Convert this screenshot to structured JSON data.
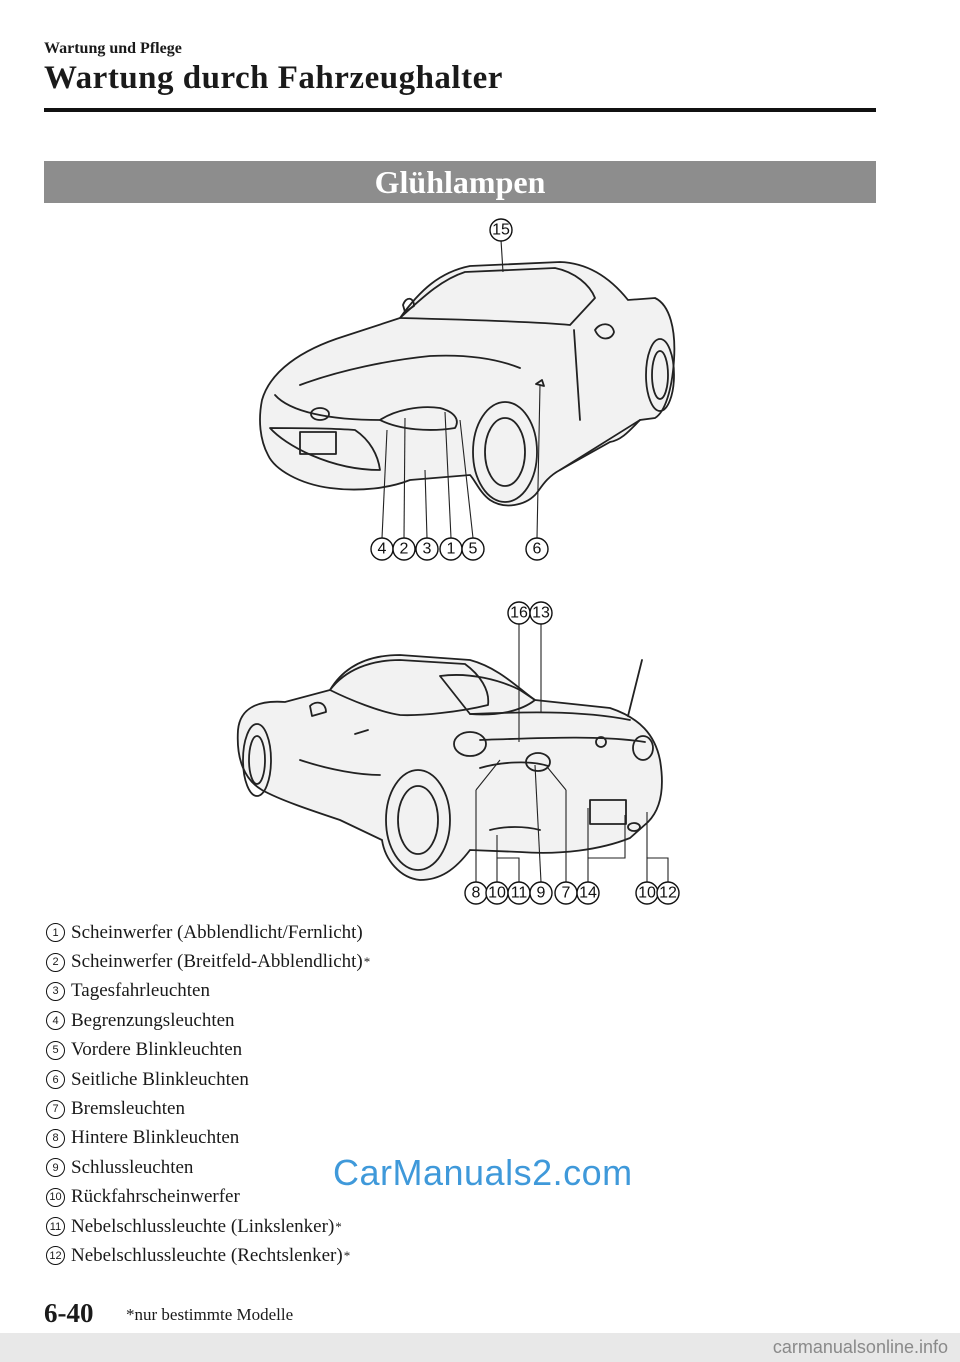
{
  "header": {
    "section": "Wartung und Pflege",
    "title": "Wartung durch Fahrzeughalter"
  },
  "banner": {
    "title": "Glühlampen"
  },
  "front_view": {
    "callouts": [
      "15",
      "4",
      "2",
      "3",
      "1",
      "5",
      "6"
    ]
  },
  "rear_view": {
    "callouts": [
      "16",
      "13",
      "8",
      "10",
      "11",
      "9",
      "7",
      "14",
      "10",
      "12"
    ]
  },
  "legend": [
    {
      "num": "1",
      "text": "Scheinwerfer (Abblendlicht/Fernlicht)",
      "star": ""
    },
    {
      "num": "2",
      "text": "Scheinwerfer (Breitfeld-Abblendlicht)",
      "star": "*"
    },
    {
      "num": "3",
      "text": "Tagesfahrleuchten",
      "star": ""
    },
    {
      "num": "4",
      "text": "Begrenzungsleuchten",
      "star": ""
    },
    {
      "num": "5",
      "text": "Vordere Blinkleuchten",
      "star": ""
    },
    {
      "num": "6",
      "text": "Seitliche Blinkleuchten",
      "star": ""
    },
    {
      "num": "7",
      "text": "Bremsleuchten",
      "star": ""
    },
    {
      "num": "8",
      "text": "Hintere Blinkleuchten",
      "star": ""
    },
    {
      "num": "9",
      "text": "Schlussleuchten",
      "star": ""
    },
    {
      "num": "10",
      "text": "Rückfahrscheinwerfer",
      "star": ""
    },
    {
      "num": "11",
      "text": "Nebelschlussleuchte (Linkslenker)",
      "star": "*"
    },
    {
      "num": "12",
      "text": "Nebelschlussleuchte (Rechtslenker)",
      "star": "*"
    }
  ],
  "footer": {
    "page_number": "6-40",
    "footnote": "*nur bestimmte Modelle",
    "watermark": "CarManuals2.com",
    "site_mark": "carmanualsonline.info"
  },
  "colors": {
    "banner": "#8d8d8d",
    "watermark": "#2b8fd6"
  }
}
